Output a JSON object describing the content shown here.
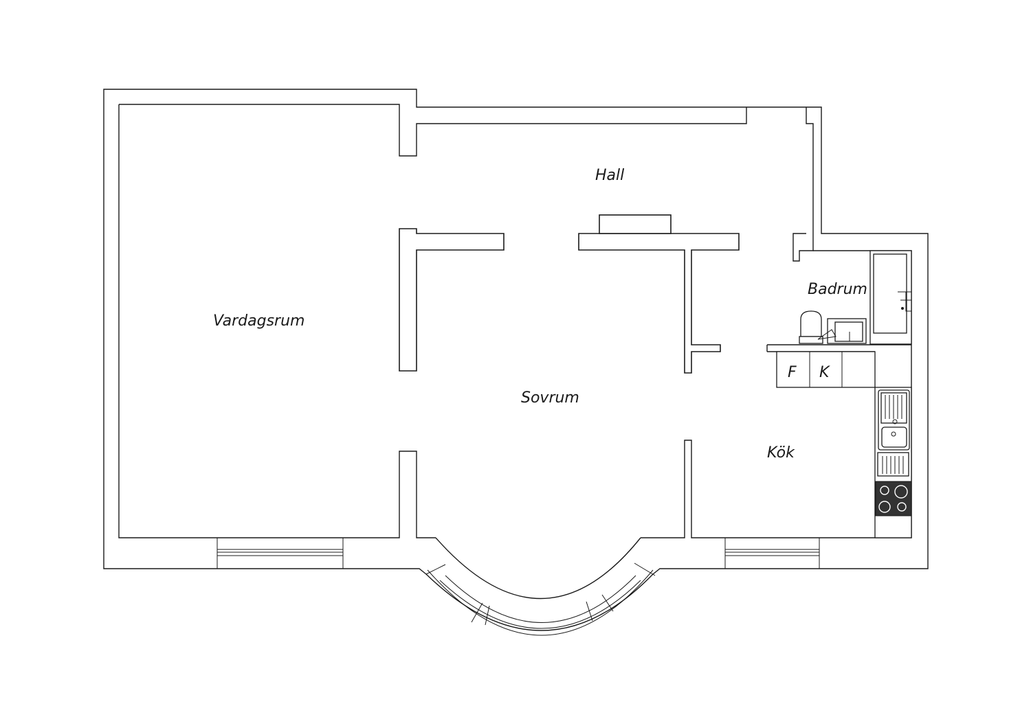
{
  "rooms": {
    "hall": "Hall",
    "vardagsrum": "Vardagsrum",
    "sovrum": "Sovrum",
    "badrum": "Badrum",
    "kok": "Kök"
  },
  "appliances": {
    "freezer": "F",
    "fridge": "K"
  },
  "colors": {
    "line": "#1a1a1a",
    "background": "#ffffff",
    "stove": "#333333"
  }
}
